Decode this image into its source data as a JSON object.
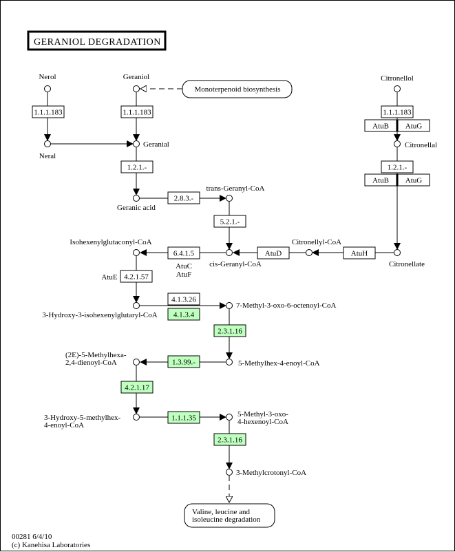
{
  "title": "GERANIOL DEGRADATION",
  "colors": {
    "line": "#000000",
    "enzyme_found": "#bfffbf",
    "enzyme_default": "#ffffff",
    "background": "#ffffff"
  },
  "compounds": {
    "nerol": "Nerol",
    "neral": "Neral",
    "geraniol": "Geraniol",
    "geranial": "Geranial",
    "geranic_acid": "Geranic acid",
    "trans_geranyl_coa": "trans-Geranyl-CoA",
    "cis_geranyl_coa": "cis-Geranyl-CoA",
    "citronellol": "Citronellol",
    "citronellal": "Citronellal",
    "citronellate": "Citronellate",
    "citronellyl_coa": "Citronellyl-CoA",
    "isohexenylglutaconyl_coa": "Isohexenylglutaconyl-CoA",
    "hydroxy_isohexenylglutaryl_coa": "3-Hydroxy-3-isohexenylglutaryl-CoA",
    "methyl_oxo_octenoyl_coa": "7-Methyl-3-oxo-6-octenoyl-CoA",
    "methylhexa_dienoyl_coa_l1": "(2E)-5-Methylhexa-",
    "methylhexa_dienoyl_coa_l2": "2,4-dienoyl-CoA",
    "methylhex_enoyl_coa": "5-Methylhex-4-enoyl-CoA",
    "hydroxy_methylhex_enoyl_coa_l1": "3-Hydroxy-5-methylhex-",
    "hydroxy_methylhex_enoyl_coa_l2": "4-enoyl-CoA",
    "methyl_oxo_hexenoyl_coa_l1": "5-Methyl-3-oxo-",
    "methyl_oxo_hexenoyl_coa_l2": "4-hexenoyl-CoA",
    "methylcrotonyl_coa": "3-Methylcrotonyl-CoA"
  },
  "maps": {
    "monoterpenoid": "Monoterpenoid biosynthesis",
    "valine_l1": "Valine, leucine and",
    "valine_l2": "isoleucine degradation"
  },
  "enzymes": {
    "nerol_ec": {
      "label": "1.1.1.183",
      "found": false
    },
    "geraniol_ec": {
      "label": "1.1.1.183",
      "found": false
    },
    "geranial_ec": {
      "label": "1.2.1.-",
      "found": false
    },
    "geranic_ec": {
      "label": "2.8.3.-",
      "found": false
    },
    "trans_cis_ec": {
      "label": "5.2.1.-",
      "found": false
    },
    "carboxylase_ec": {
      "label": "6.4.1.5",
      "found": false
    },
    "hydratase_ec": {
      "label": "4.2.1.57",
      "found": false
    },
    "lyase_ec1": {
      "label": "4.1.3.26",
      "found": false
    },
    "lyase_ec2": {
      "label": "4.1.3.4",
      "found": true
    },
    "thiolase_ec1": {
      "label": "2.3.1.16",
      "found": true
    },
    "dehydrogenase_ec": {
      "label": "1.3.99.-",
      "found": true
    },
    "enoyl_hydratase_ec": {
      "label": "4.2.1.17",
      "found": true
    },
    "hydroxyacyl_ec": {
      "label": "1.1.1.35",
      "found": true
    },
    "thiolase_ec2": {
      "label": "2.3.1.16",
      "found": true
    },
    "citronellol_ec": {
      "label": "1.1.1.183",
      "found": false
    },
    "citronellal_ec": {
      "label": "1.2.1.-",
      "found": false
    },
    "atub_1": {
      "label": "AtuB",
      "found": false
    },
    "atug_1": {
      "label": "AtuG",
      "found": false
    },
    "atub_2": {
      "label": "AtuB",
      "found": false
    },
    "atug_2": {
      "label": "AtuG",
      "found": false
    },
    "atud": {
      "label": "AtuD",
      "found": false
    },
    "atuh": {
      "label": "AtuH",
      "found": false
    }
  },
  "gene_labels": {
    "atuc": "AtuC",
    "atuf": "AtuF",
    "atue": "AtuE"
  },
  "footer": {
    "map_id": "00281 6/4/10",
    "copyright": "(c) Kanehisa Laboratories"
  }
}
